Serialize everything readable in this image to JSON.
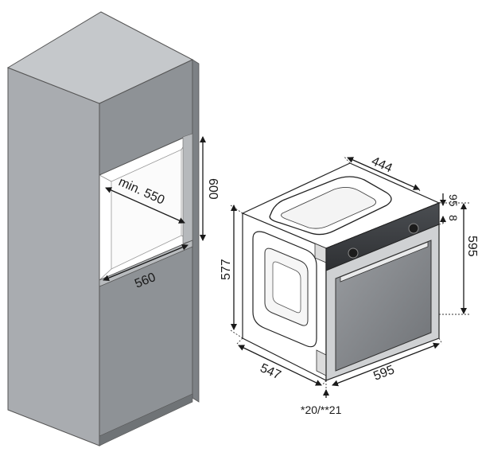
{
  "dimensions": {
    "niche_width": "560",
    "niche_depth": "min. 550",
    "niche_height": "600",
    "oven_top_depth": "444",
    "panel_height_a": "95",
    "panel_height_b": "8",
    "oven_height": "595",
    "oven_side_height": "577",
    "oven_depth": "547",
    "oven_width": "595",
    "door_offset": "*20/**21"
  },
  "colors": {
    "cabinet_side": "#a9acb0",
    "cabinet_front": "#8e9296",
    "cabinet_top": "#c5c8cb",
    "niche_inner": "#ffffff",
    "oven_glass": "#7c7f83",
    "oven_frame": "#cfd1d3"
  }
}
